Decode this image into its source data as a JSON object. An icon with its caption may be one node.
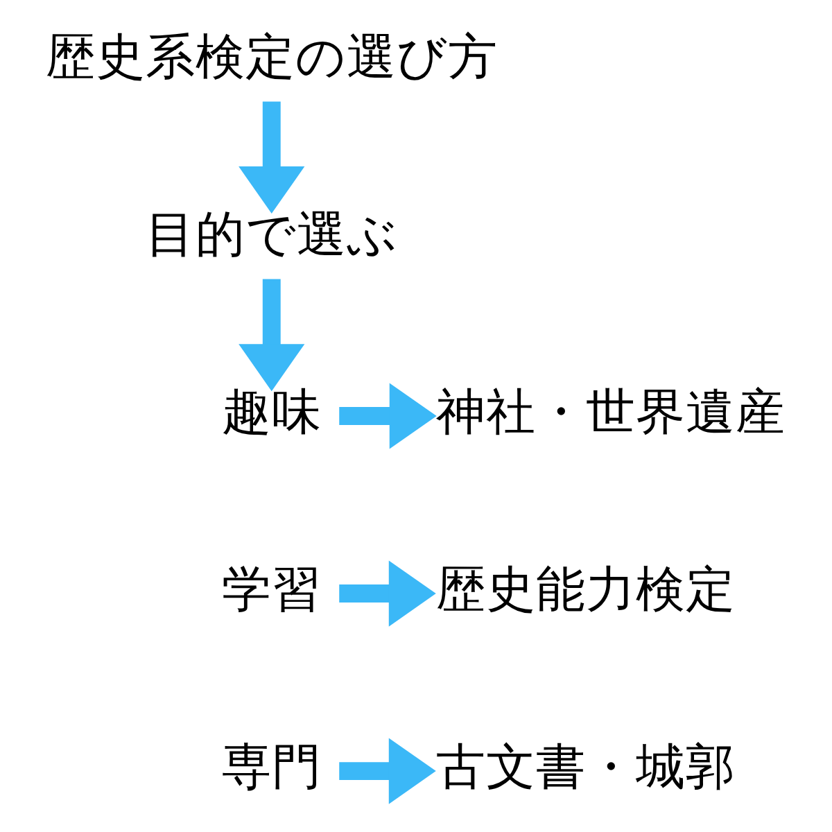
{
  "diagram": {
    "nodes": [
      {
        "text": [
          "歴史系検定の選び方"
        ]
      },
      {
        "text": [
          "目的で選ぶ"
        ]
      },
      {
        "text": [
          "趣味"
        ]
      },
      {
        "text": [
          "神社・世界遺産"
        ]
      },
      {
        "text": [
          "学習"
        ]
      },
      {
        "text": [
          "歴史能力検定"
        ]
      },
      {
        "text": [
          "専門"
        ]
      },
      {
        "text": [
          "古文書・城郭"
        ]
      }
    ],
    "edges": [
      {
        "from": 0,
        "to": 1,
        "arrow": "to"
      },
      {
        "from": 1,
        "to": 2,
        "arrow": "to"
      },
      {
        "from": 2,
        "to": 3,
        "arrow": "to"
      },
      {
        "from": 4,
        "to": 5,
        "arrow": "to"
      },
      {
        "from": 6,
        "to": 7,
        "arrow": "to"
      }
    ]
  }
}
